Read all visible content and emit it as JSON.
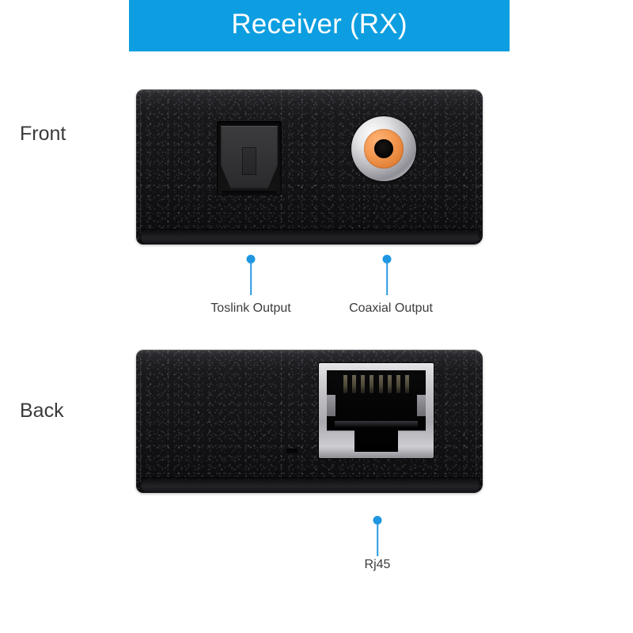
{
  "header": {
    "title": "Receiver (RX)",
    "background_color": "#0c9ee0",
    "text_color": "#ffffff"
  },
  "views": [
    {
      "id": "front",
      "label": "Front"
    },
    {
      "id": "back",
      "label": "Back"
    }
  ],
  "device": {
    "body_color": "#141416",
    "finish": "textured matte black plastic"
  },
  "front_panel": {
    "ports": [
      {
        "name": "toslink-port",
        "type": "optical-toslink",
        "label": "Toslink Output"
      },
      {
        "name": "coaxial-port",
        "type": "rca-coaxial",
        "label": "Coaxial Output",
        "ring_color": "#e07d33",
        "bezel_color": "#c6c6ca"
      }
    ]
  },
  "back_panel": {
    "ports": [
      {
        "name": "rj45-port",
        "type": "rj45-8p8c-shielded",
        "label": "Rj45",
        "shield_color": "#c6c6ca"
      },
      {
        "name": "status-led-slot",
        "type": "led-indicator",
        "label": ""
      }
    ]
  },
  "callouts": [
    {
      "id": "toslink",
      "label": "Toslink Output",
      "color": "#1f97e0"
    },
    {
      "id": "coaxial",
      "label": "Coaxial Output",
      "color": "#1f97e0"
    },
    {
      "id": "rj45",
      "label": "Rj45",
      "color": "#1f97e0"
    }
  ]
}
